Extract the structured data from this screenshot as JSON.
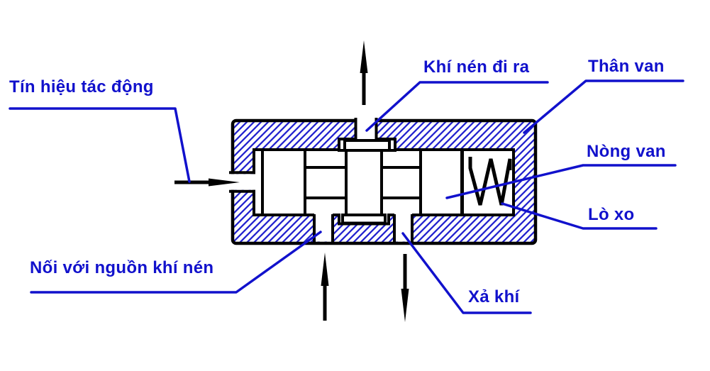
{
  "diagram": {
    "type": "pneumatic-valve-cross-section",
    "labels": {
      "signal": "Tín hiệu tác động",
      "air_out": "Khí nén đi ra",
      "valve_body": "Thân van",
      "valve_spool": "Nòng van",
      "spring": "Lò xo",
      "air_supply": "Nối với nguồn khí nén",
      "exhaust": "Xả khí"
    },
    "colors": {
      "label": "#1111cc",
      "hatch": "#2323cf",
      "line": "#000000",
      "background": "#ffffff"
    },
    "icons": {
      "flow_arrows": [
        "air-out-arrow-up",
        "signal-arrow-right",
        "supply-arrow-up",
        "exhaust-arrow-down"
      ]
    }
  }
}
